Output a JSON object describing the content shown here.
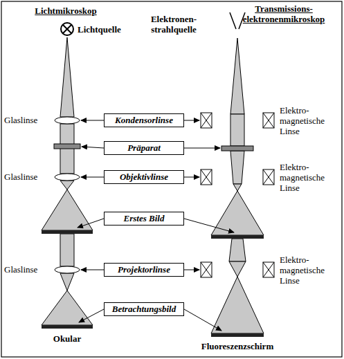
{
  "diagram": {
    "nodes": [
      {
        "text": [
          "Kondensorlinse"
        ]
      },
      {
        "text": [
          "Präparat"
        ]
      },
      {
        "text": [
          "Objektivlinse"
        ]
      },
      {
        "text": [
          "Erstes Bild"
        ]
      },
      {
        "text": [
          "Projektorlinse"
        ]
      },
      {
        "text": [
          "Betrachtungsbild"
        ]
      }
    ],
    "labels": [
      "Lichtmikroskop",
      "Transmissions- elektronenmikroskop",
      "Lichtquelle",
      "Elektronen- strahlquelle",
      "Glaslinse",
      "Glaslinse",
      "Glaslinse",
      "Elektro- magnetische Linse",
      "Elektro- magnetische Linse",
      "Elektro- magnetische Linse",
      "Okular",
      "Fluoreszenzschirm"
    ]
  }
}
